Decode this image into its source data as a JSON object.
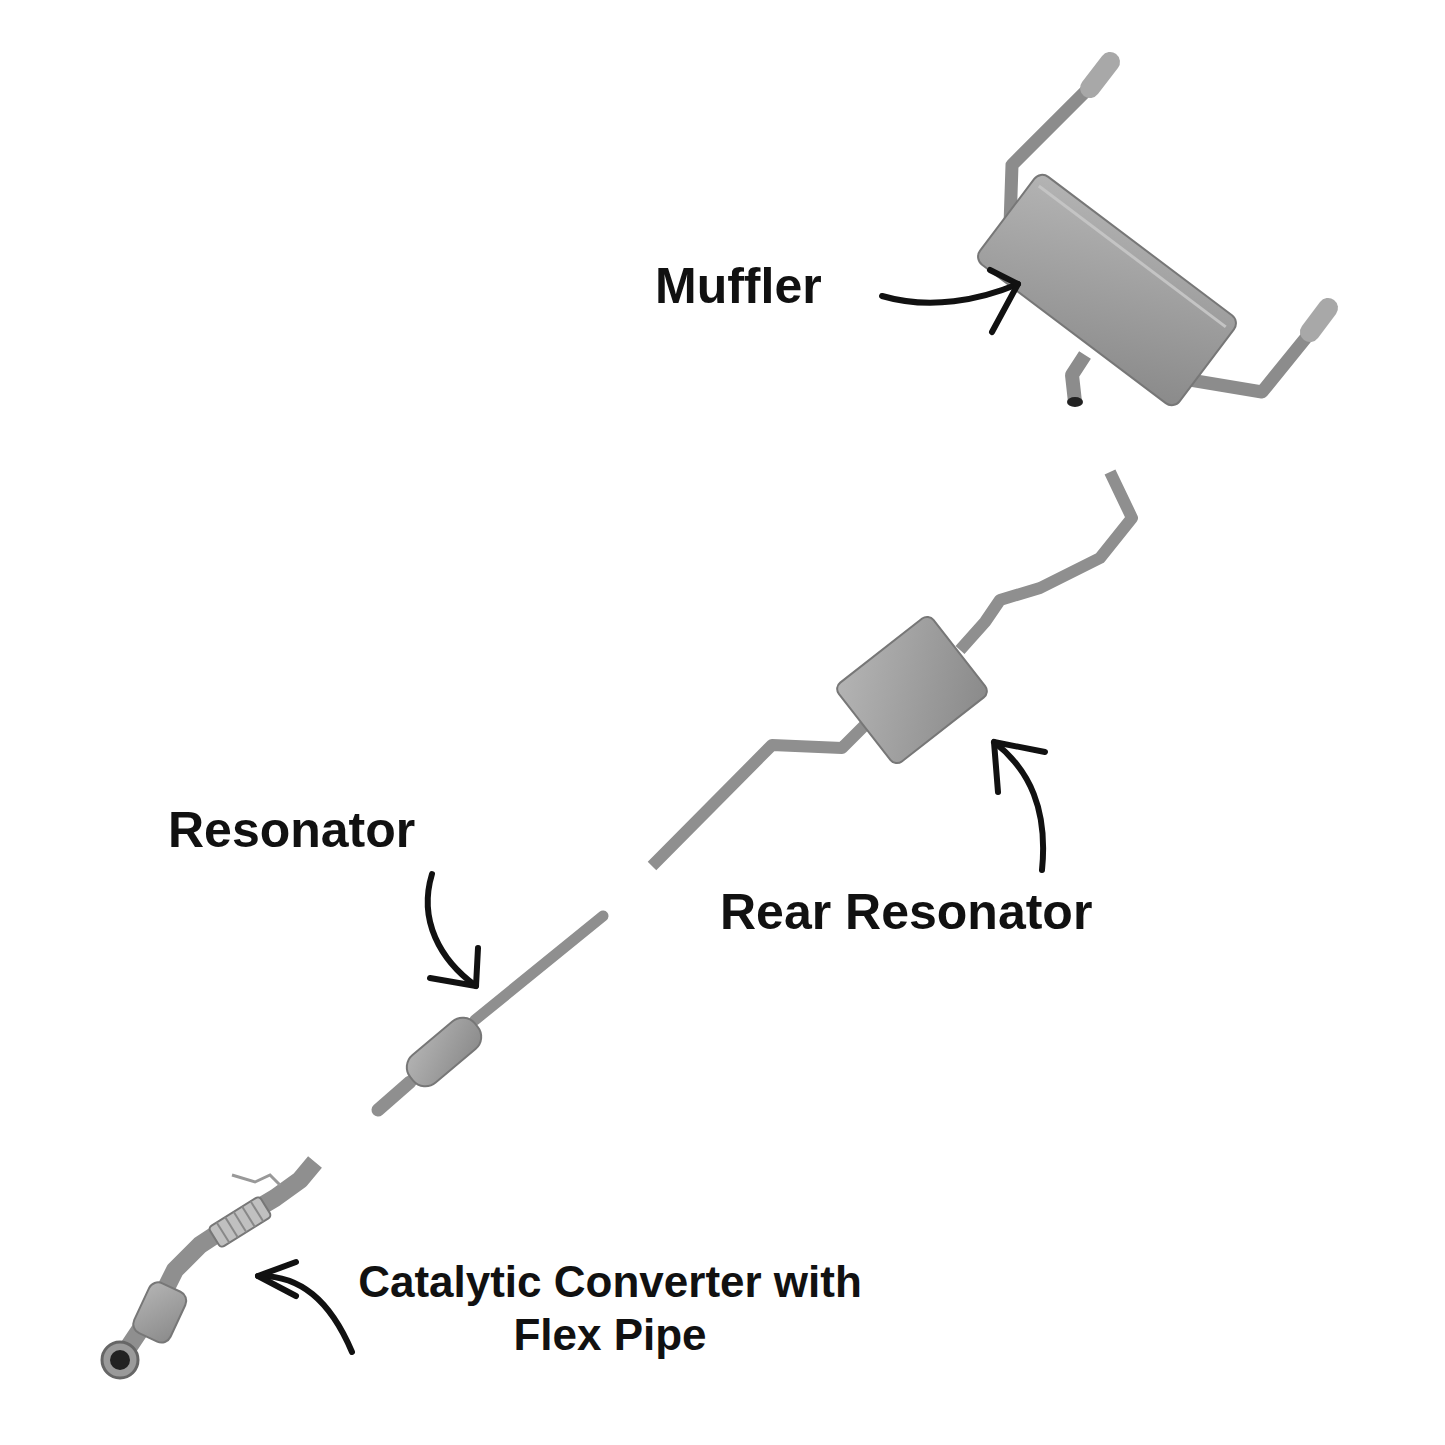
{
  "diagram": {
    "labels": [
      "Muffler",
      "Resonator",
      "Rear Resonator",
      "Catalytic Converter with Flex Pipe"
    ]
  }
}
